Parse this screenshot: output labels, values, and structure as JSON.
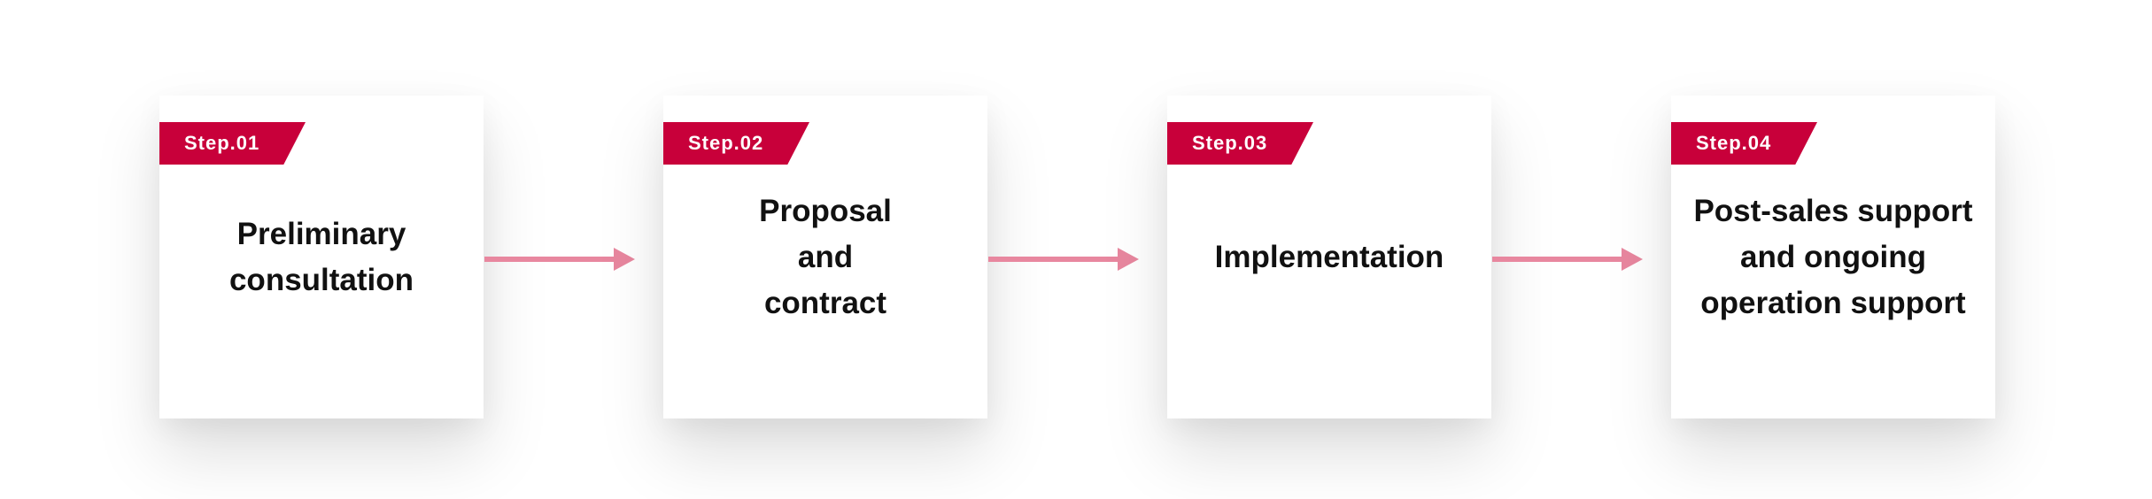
{
  "colors": {
    "badge": "#c8003a",
    "arrow": "#e8879f",
    "text": "#111111",
    "background": "#ffffff"
  },
  "steps": [
    {
      "label": "Step.01",
      "title": "Preliminary\nconsultation"
    },
    {
      "label": "Step.02",
      "title": "Proposal\nand\ncontract"
    },
    {
      "label": "Step.03",
      "title": "Implementation"
    },
    {
      "label": "Step.04",
      "title": "Post-sales support\nand ongoing\noperation support"
    }
  ],
  "connectors": [
    {
      "from": "Step.01",
      "to": "Step.02",
      "icon": "arrow-right-icon"
    },
    {
      "from": "Step.02",
      "to": "Step.03",
      "icon": "arrow-right-icon"
    },
    {
      "from": "Step.03",
      "to": "Step.04",
      "icon": "arrow-right-icon"
    }
  ]
}
